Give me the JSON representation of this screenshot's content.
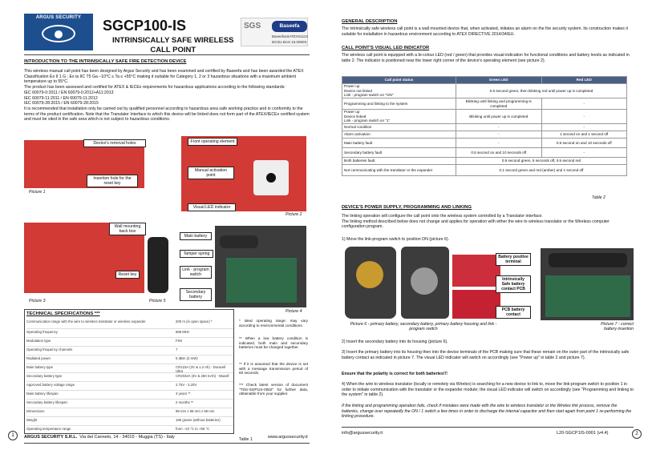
{
  "brand": {
    "name": "ARGUS SECURITY"
  },
  "header": {
    "title": "SGCP100-IS",
    "subtitle_line1": "INTRINSICALLY SAFE WIRELESS",
    "subtitle_line2": "CALL POINT",
    "cert_sgs": "SGS",
    "cert_baseefa": "Baseefa",
    "cert_line1": "Baseefa16ATEX0111X",
    "cert_line2": "IECEx BAS 16.0050X"
  },
  "intro": {
    "title": "INTRODUCTION TO THE INTRINSICALLY SAFE FIRE DETECTION DEVICE",
    "p1": "This wireless manual call point has been designed by Argus Security and has been examined and certified by Baseefa and has been awarded the ATEX Classification Ex II 1 G ; Ex ia IIC T5 Ga –10°C ≤ Ta ≤ +55°C making it suitable for Category 1, 2 or 3 hazardous situations with a maximum ambient temperature up to 55°C.",
    "p2": "The product has been assessed and certified for ATEX & IECEx requirements for hazardous applications according to the following standards:",
    "std1": "IEC 60079-0:2011 / EN 60079-0:2012+A11:2013",
    "std2": "IEC 60079-11:2011 / EN 60079-11:2012",
    "std3": "IEC 60079-28:2015 / EN 60079-28:2015",
    "p3": "It is recommended that installation only be carried out by qualified personnel according to hazardous area safe working practice and in conformity to the terms of the product certification. Note that the Translator Interface to which this device will be linked does not form part of the ATEX/IECEx certified system and must be sited in the safe area which is not subject to hazardous conditions."
  },
  "pictures": {
    "pic1": "Picture 1",
    "pic2": "Picture 2",
    "pic3": "Picture 3",
    "pic4": "Picture 4",
    "pic5": "Picture 5"
  },
  "callouts": {
    "removal_holes": "Device's removal holes",
    "insertion_hole": "Insertion hole for the reset key",
    "front_element": "Front operating element",
    "manual_point": "Manual activation point",
    "visual_led": "Visual LED indicator",
    "wall_mounting": "Wall mounting back box",
    "reset_key": "Reset key",
    "main_battery": "Main battery",
    "tamper_spring": "Tamper spring",
    "link_switch": "Link - program switch",
    "secondary_battery": "Secondary battery"
  },
  "specs": {
    "title": "TECHNICAL SPECIFICATIONS ***",
    "rows": [
      {
        "label": "Communication range with the wire to wireless translator or wireless expander",
        "value": "200 m (in open space) *"
      },
      {
        "label": "Operating frequency",
        "value": "868 MHz"
      },
      {
        "label": "Modulation type",
        "value": "FSK"
      },
      {
        "label": "Operating frequency channels",
        "value": "7"
      },
      {
        "label": "Radiated power",
        "value": "5 dBm (3 mW)"
      },
      {
        "label": "Main battery type",
        "value": "CR123A (3V & 1.2 Ah) - Duracell Ultra"
      },
      {
        "label": "Secondary battery type",
        "value": "CR2032A (3V & 250 mAh) - Maxell"
      },
      {
        "label": "Approved battery voltage range",
        "value": "2.75V - 3.20V"
      },
      {
        "label": "Main battery lifespan",
        "value": "3 years **"
      },
      {
        "label": "Secondary battery lifespan",
        "value": "2 months **"
      },
      {
        "label": "Dimensions",
        "value": "98 mm x 98 mm x 59 mm"
      },
      {
        "label": "Weight",
        "value": "186 grams (without batteries)"
      },
      {
        "label": "Operating temperature range",
        "value": "from –10 °C to +55 °C"
      }
    ],
    "note1": "* Ideal operating range: may vary according to environmental conditions.",
    "note2": "** When a low battery condition is indicated, both main and secondary batteries must be changed together.",
    "note3": "** If it is assumed that the device is set with a message transmission period of 60 seconds.",
    "note4": "*** Check latest version of document \"TDS-SGP1IS-0002\" for further data, obtainable from your supplier.",
    "table_label": "Table 1"
  },
  "footer_left": {
    "page": "1",
    "company": "ARGUS SECURITY S.R.L.",
    "address": "Via del Canneto, 14 - 34015 - Muggia (TS) - Italy",
    "website": "www.argussecurity.it"
  },
  "general": {
    "title": "GENERAL DESCRIPTION",
    "p1": "The intrinsically safe wireless call point is a wall mounted device that, when activated, initiates an alarm on the fire security system. Its construction makes it suitable for installation in hazardous environment according to ATEX DIRECTIVE 2014/34/EU."
  },
  "led": {
    "title": "CALL POINT'S VISUAL LED INDICATOR",
    "p1": "The wireless call point is equipped with a bi-colour LED (red / green) that provides visual indication for functional conditions and battery levels as indicated in table 2. The indicator is positioned near the lower right corner of the device's operating element (see picture 2).",
    "table": {
      "headers": [
        "Call point status",
        "Green LED",
        "Red LED"
      ],
      "rows": [
        {
          "status": "Power up\nDevice not linked\nLink - program switch on \"ON\"",
          "span": "0.5 second green, then blinking red until power up is completed"
        },
        {
          "status": "Programming and linking to the system",
          "green": "Blinking until linking and programming is completed",
          "red": "-"
        },
        {
          "status": "Power up\nDevice linked\nLink - program switch on \"1\"",
          "green": "Blinking until power up is completed",
          "red": "-"
        },
        {
          "status": "Normal condition",
          "green": "-",
          "red": "-"
        },
        {
          "status": "Alarm activation",
          "green": "-",
          "red": "1 second on and 1 second off"
        },
        {
          "status": "Main battery fault",
          "green": "-",
          "red": "0.5 second on and 10 seconds off"
        },
        {
          "status": "Secondary battery fault",
          "green": "0.5 second on and 10 seconds off",
          "red": "-"
        },
        {
          "status": "Both batteries fault",
          "span": "0.5 second green, 5 seconds off, 0.5 second red"
        },
        {
          "status": "Not communicating with the translator or the expander",
          "span": "0.1 second green and red (amber) and 1 second off"
        }
      ],
      "label": "Table 2"
    }
  },
  "power": {
    "title": "DEVICE'S POWER SUPPLY, PROGRAMMING AND LINKING",
    "p1": "The linking operation will configure the call point onto the wireless system controlled by a Translator interface.",
    "p2": "The linking method described below does not change and applies for operation with either the wire to wireless translator or the Wireless computer configuration program.",
    "step1": "1) Move the link-program switch to position ON (picture 6).",
    "callout_pos": "Battery positive terminal",
    "callout_pcb": "Intrinsically Safe battery contact PCB",
    "callout_contact": "PCB battery contact",
    "pic6": "Picture 6 - primary battery, secondary battery, primary battery housing and link - program switch",
    "pic7": "Picture 7 - correct battery insertion",
    "step2": "2) Insert the secondary battery into its housing (picture 6).",
    "step3": "3) Insert the primary battery into its housing then into the device terminals of the PCB making sure that these remain on the outer part of the intrinsically safe battery contact as indicated in picture 7. The visual LED indicator will switch on accordingly (see \"Power up\" in table 2 and picture 7).",
    "polarity": "Ensure that the polarity is correct for both batteries!!!",
    "step4": "4) When the wire to wireless translator (locally or remotely via Wirelex) is searching for a new device to link to, move the link-program switch to position 1 in order to initiate communication with the translator or the expander module; the visual LED indicator will switch on accordingly (see \"Programming and linking to the system\" in table 2).",
    "step5": "If the linking and programming operation fails, check if mistakes were made with the wire to wireless translator or the Wirelex link process, remove the batteries, change over repeatedly the ON / 1 switch a few times in order to discharge the internal capacitor and then start again from point 1 re-performing the linking procedure."
  },
  "footer_right": {
    "email": "info@argussecurity.it",
    "doc": "L20-SGCP1IS-0001 (v4.4)",
    "page": "2"
  },
  "colors": {
    "accent": "#1d4f8f",
    "table_header": "#4a5f86",
    "device_red": "#d23a35"
  }
}
